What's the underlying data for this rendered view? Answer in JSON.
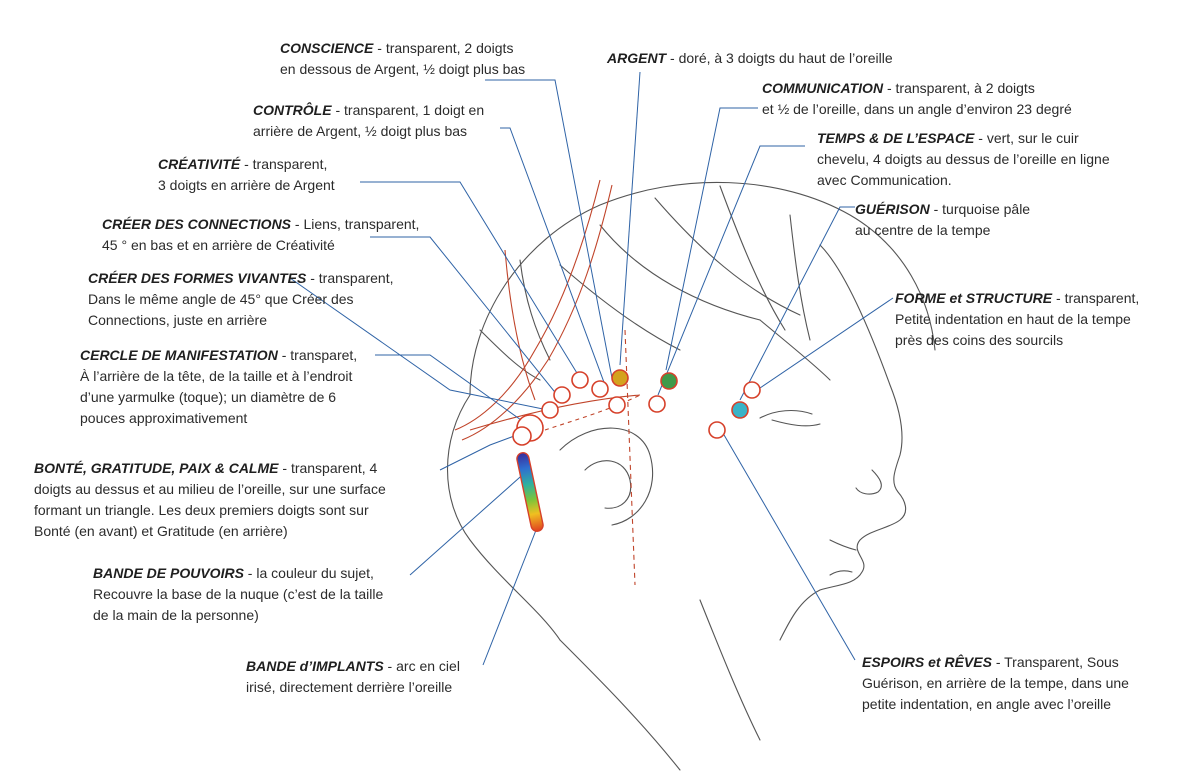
{
  "labels": [
    {
      "id": "conscience",
      "title": "CONSCIENCE",
      "lines": [
        "transparent, 2 doigts",
        "en dessous de Argent, ½ doigt plus bas"
      ]
    },
    {
      "id": "argent",
      "title": "ARGENT",
      "lines": [
        "doré, à 3 doigts du haut de l’oreille"
      ]
    },
    {
      "id": "communication",
      "title": "COMMUNICATION",
      "lines": [
        "transparent, à 2 doigts",
        "et ½ de l’oreille, dans un angle d’environ 23 degré"
      ]
    },
    {
      "id": "controle",
      "title": "CONTRÔLE",
      "lines": [
        "transparent, 1 doigt en",
        "arrière de Argent, ½ doigt plus bas"
      ]
    },
    {
      "id": "temps",
      "title": "TEMPS & DE L’ESPACE",
      "lines": [
        "vert, sur le cuir",
        "chevelu, 4 doigts au dessus de l’oreille en ligne",
        "avec Communication."
      ]
    },
    {
      "id": "creativite",
      "title": "CRÉATIVITÉ",
      "lines": [
        "transparent,",
        "3 doigts en arrière de Argent"
      ]
    },
    {
      "id": "guerison",
      "title": "GUÉRISON",
      "lines": [
        "turquoise pâle",
        "au centre de la tempe"
      ]
    },
    {
      "id": "creer-connections",
      "title": "CRÉER DES CONNECTIONS",
      "lines": [
        "Liens, transparent,",
        "45 ° en bas et en arrière de Créativité"
      ]
    },
    {
      "id": "creer-formes",
      "title": "CRÉER DES FORMES VIVANTES",
      "lines": [
        "transparent,",
        "Dans le même angle de 45° que Créer des",
        "Connections, juste en arrière"
      ]
    },
    {
      "id": "forme-structure",
      "title": "FORME et STRUCTURE",
      "lines": [
        "transparent,",
        "Petite indentation en haut de la tempe",
        "près des coins des sourcils"
      ]
    },
    {
      "id": "cercle",
      "title": "CERCLE DE MANIFESTATION",
      "lines": [
        "transparet,",
        "À l’arrière de la tête, de la taille et à l’endroit",
        "d’une yarmulke (toque); un diamètre de 6",
        "pouces approximativement"
      ]
    },
    {
      "id": "bonte",
      "title": "BONTÉ, GRATITUDE, PAIX & CALME",
      "lines": [
        "transparent, 4",
        "doigts au dessus et au milieu de l’oreille, sur une surface",
        "formant un triangle.  Les deux premiers doigts sont sur",
        "Bonté (en avant) et Gratitude (en arrière)"
      ]
    },
    {
      "id": "bande-pouvoirs",
      "title": "BANDE DE POUVOIRS",
      "lines": [
        "la couleur du sujet,",
        "Recouvre la base de la nuque (c’est de la taille",
        "de la main de la personne)"
      ]
    },
    {
      "id": "bande-implants",
      "title": "BANDE d’IMPLANTS",
      "lines": [
        "arc en ciel",
        "irisé, directement derrière l’oreille"
      ]
    },
    {
      "id": "espoirs",
      "title": "ESPOIRS et RÊVES",
      "lines": [
        "Transparent, Sous",
        "Guérison, en arrière de la tempe, dans une",
        "petite indentation, en angle avec l’oreille"
      ]
    }
  ],
  "colors": {
    "leader": "#2f63a6",
    "circle": "#d6402a",
    "gold": "#d4a21e",
    "green": "#3f9a4a",
    "turquoise": "#3ab3c7",
    "sketch": "#555555",
    "hairline": "#c0442a"
  }
}
